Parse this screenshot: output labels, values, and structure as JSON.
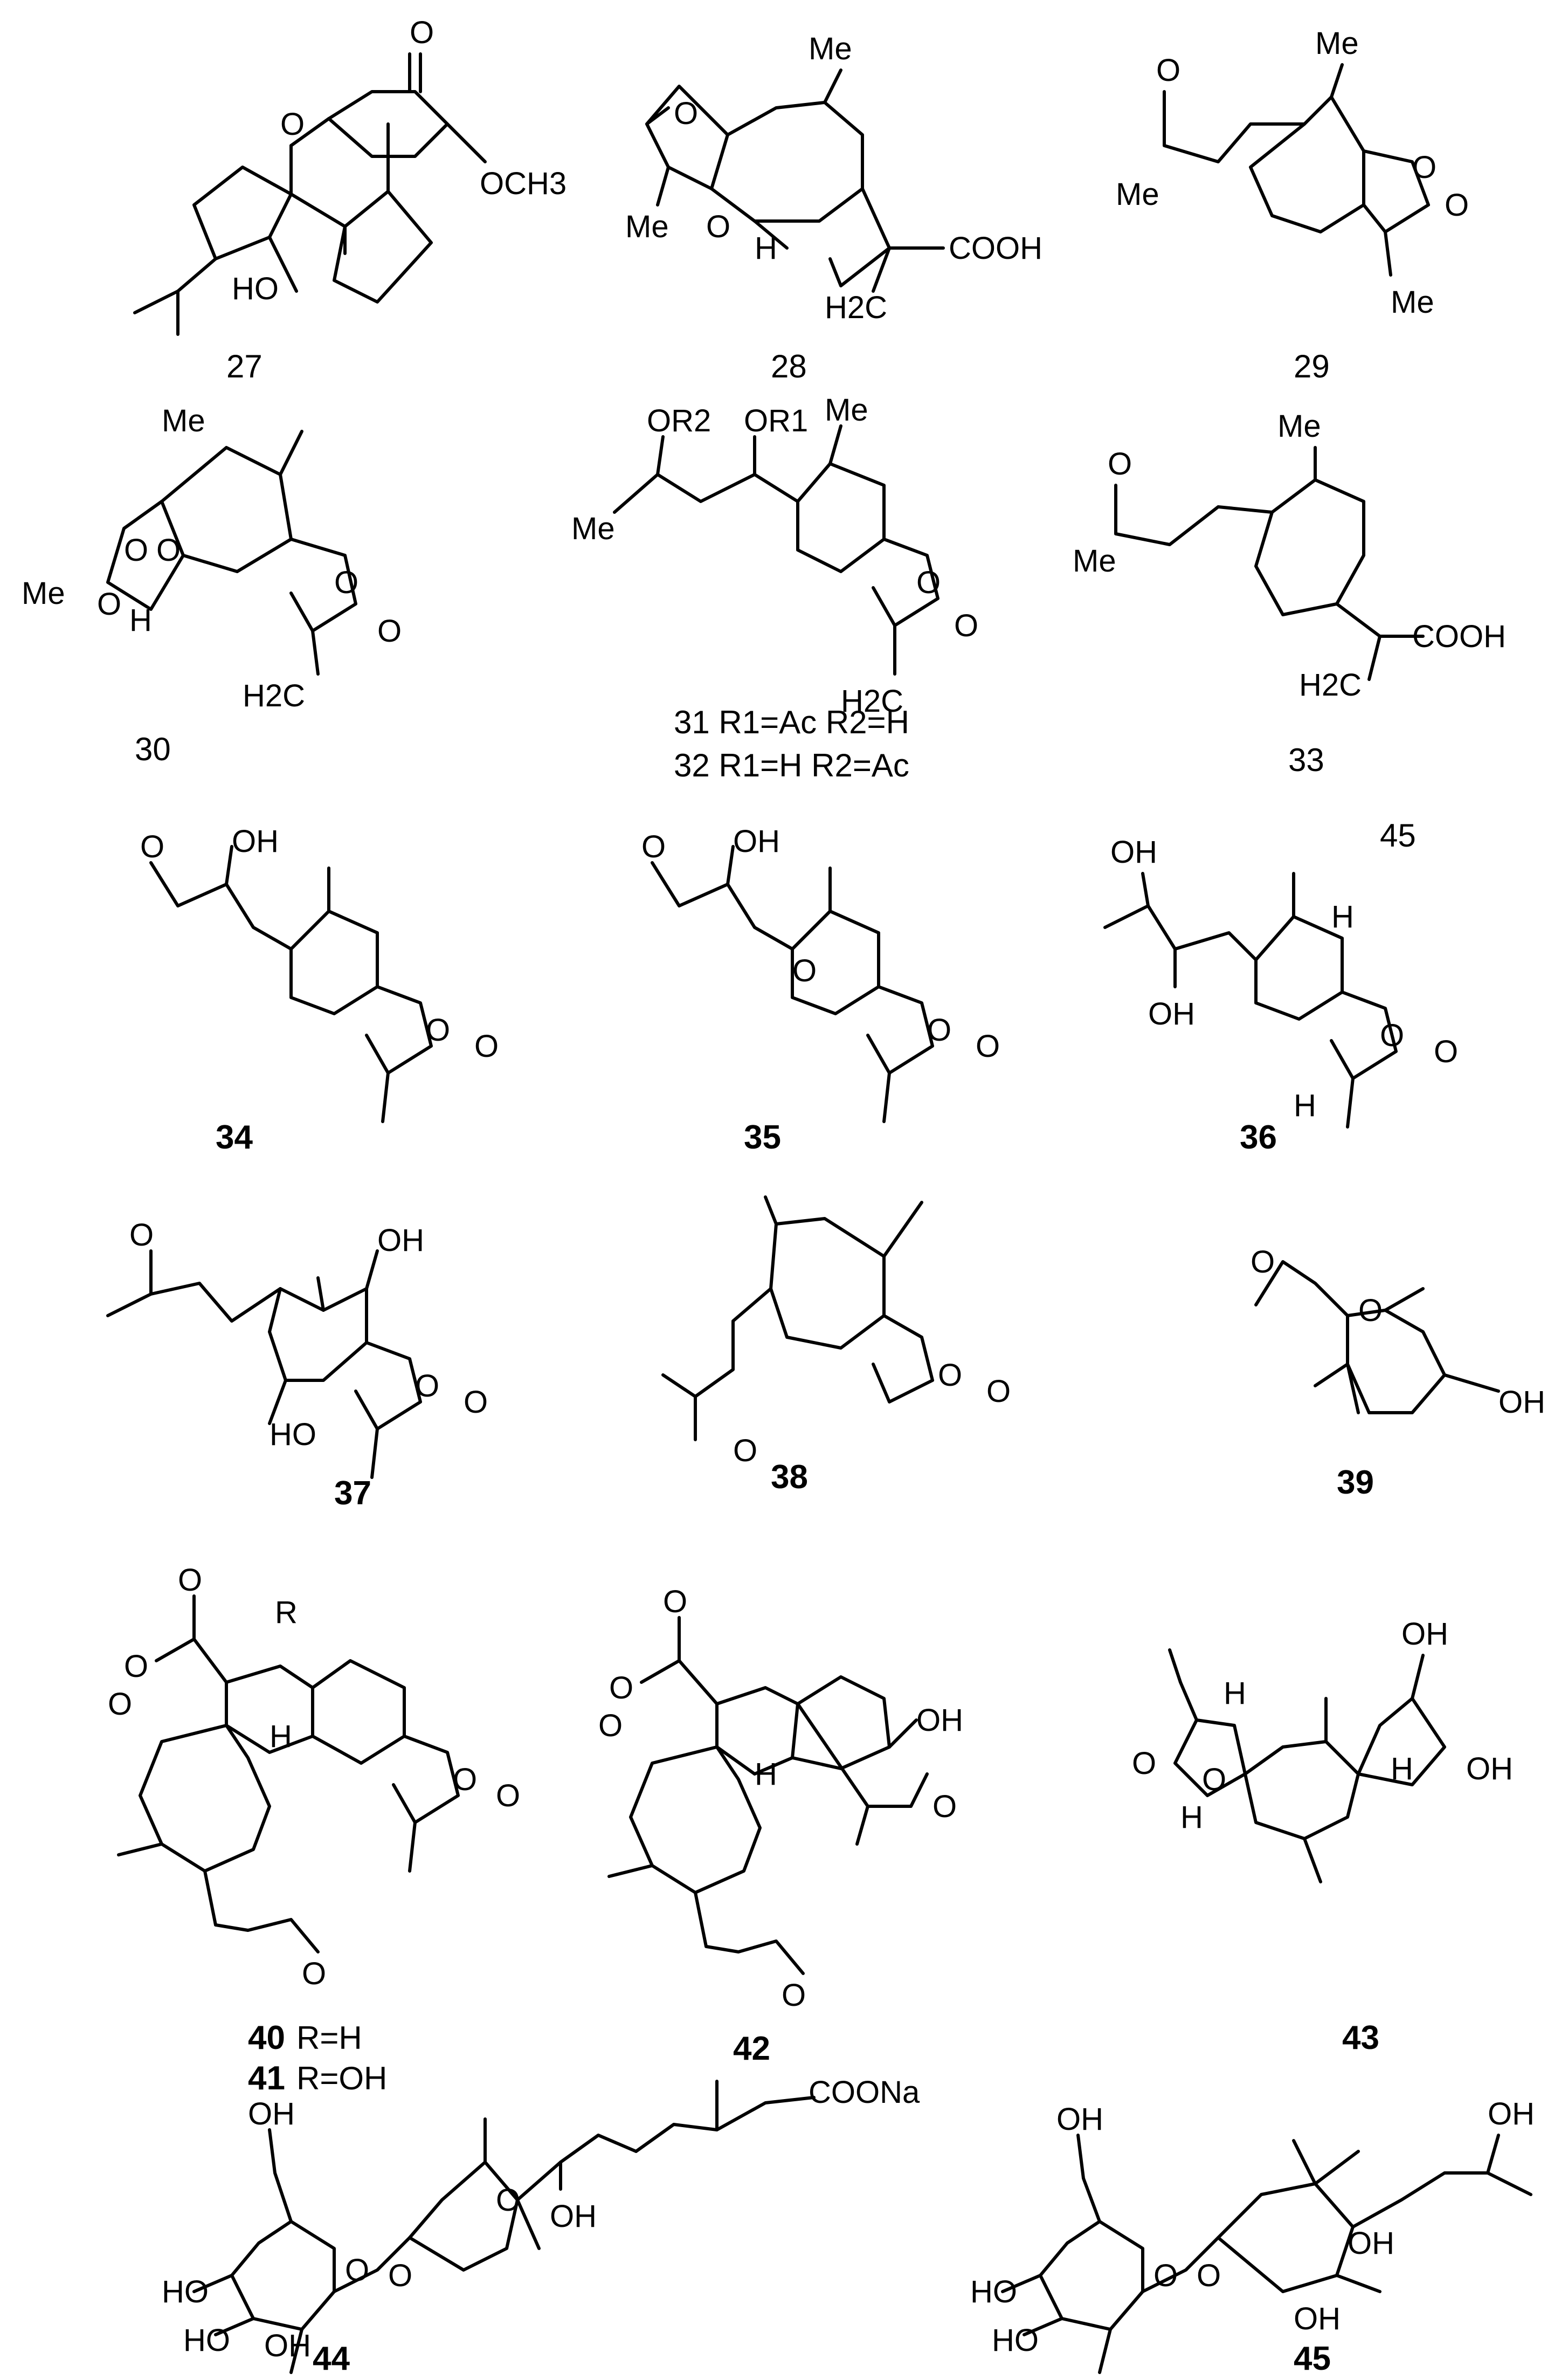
{
  "compounds": [
    {
      "id": "27",
      "atoms": [
        "O",
        "O",
        "OCH3",
        "HO"
      ]
    },
    {
      "id": "28",
      "atoms": [
        "Me",
        "O",
        "Me",
        "O",
        "H",
        "COOH",
        "H2C"
      ]
    },
    {
      "id": "29",
      "atoms": [
        "O",
        "Me",
        "Me",
        "O",
        "O",
        "Me"
      ]
    },
    {
      "id": "30",
      "atoms": [
        "Me",
        "O",
        "O",
        "Me",
        "O",
        "H",
        "O",
        "O",
        "H2C"
      ]
    },
    {
      "id": "31",
      "label": "31 R1=Ac   R2=H",
      "atoms": [
        "OR2",
        "OR1",
        "Me",
        "Me",
        "O",
        "O",
        "H2C"
      ]
    },
    {
      "id": "32",
      "label": "32 R1=H     R2=Ac"
    },
    {
      "id": "33",
      "atoms": [
        "O",
        "Me",
        "Me",
        "COOH",
        "H2C"
      ]
    },
    {
      "id": "45-stray",
      "label": "45"
    },
    {
      "id": "34",
      "atoms": [
        "O",
        "OH",
        "O",
        "O"
      ]
    },
    {
      "id": "35",
      "atoms": [
        "O",
        "OH",
        "O",
        "O",
        "O"
      ]
    },
    {
      "id": "36",
      "atoms": [
        "OH",
        "OH",
        "H",
        "O",
        "O",
        "H"
      ]
    },
    {
      "id": "37",
      "atoms": [
        "O",
        "OH",
        "O",
        "O",
        "HO"
      ]
    },
    {
      "id": "38",
      "atoms": [
        "O",
        "O",
        "O"
      ]
    },
    {
      "id": "39",
      "atoms": [
        "O",
        "O",
        "OH"
      ]
    },
    {
      "id": "40",
      "label": "R=H",
      "atoms": [
        "O",
        "R",
        "O",
        "O",
        "O",
        "H",
        "O",
        "O"
      ]
    },
    {
      "id": "41",
      "label": "R=OH"
    },
    {
      "id": "42",
      "atoms": [
        "O",
        "O",
        "OH",
        "O",
        "H",
        "O",
        "O"
      ]
    },
    {
      "id": "43",
      "atoms": [
        "OH",
        "H",
        "O",
        "H",
        "OH",
        "H",
        "O"
      ]
    },
    {
      "id": "44",
      "atoms": [
        "COONa",
        "OH",
        "O",
        "O",
        "OH",
        "HO",
        "O",
        "HO",
        "OH"
      ]
    },
    {
      "id": "45",
      "atoms": [
        "OH",
        "OH",
        "O",
        "O",
        "HO",
        "OH",
        "HO",
        "OH"
      ]
    }
  ]
}
